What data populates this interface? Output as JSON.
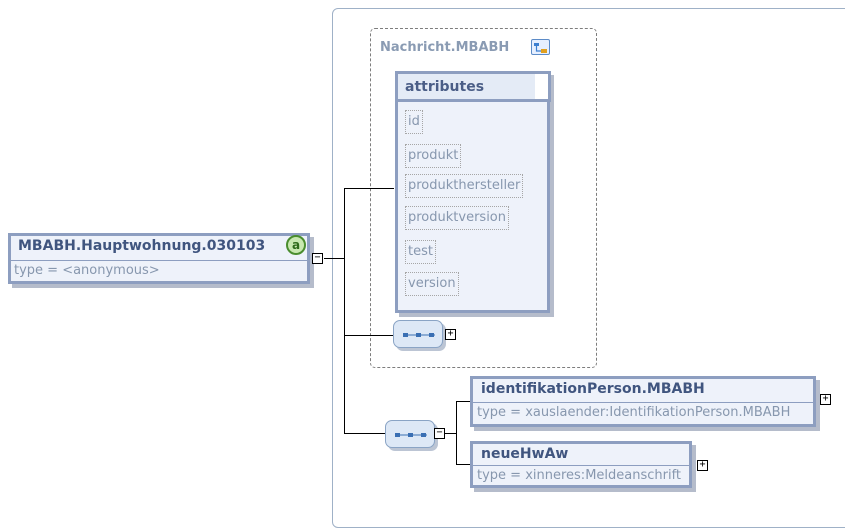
{
  "root": {
    "name": "MBABH.Hauptwohnung.030103",
    "type_text": "type = <anonymous>",
    "annotation_glyph": "a",
    "toggle": "−"
  },
  "complex_type": {
    "title": "Nachricht.MBABH",
    "icon": "type-derivation-icon",
    "attributes_label": "attributes",
    "attributes": [
      "id",
      "produkt",
      "produkthersteller",
      "produktversion",
      "test",
      "version"
    ],
    "sequence_toggle": "+"
  },
  "sequence": {
    "toggle": "−",
    "children": [
      {
        "name": "identifikationPerson.MBABH",
        "type_text": "type = xauslaender:IdentifikationPerson.MBABH",
        "toggle": "+"
      },
      {
        "name": "neueHwAw",
        "type_text": "type = xinneres:Meldeanschrift",
        "toggle": "+"
      }
    ]
  },
  "colors": {
    "box_fill": "#eef2fa",
    "box_border": "#8d9ec0",
    "title_text": "#40557f",
    "muted_text": "#8797ae",
    "annotation_green": "#4a8d2e"
  }
}
